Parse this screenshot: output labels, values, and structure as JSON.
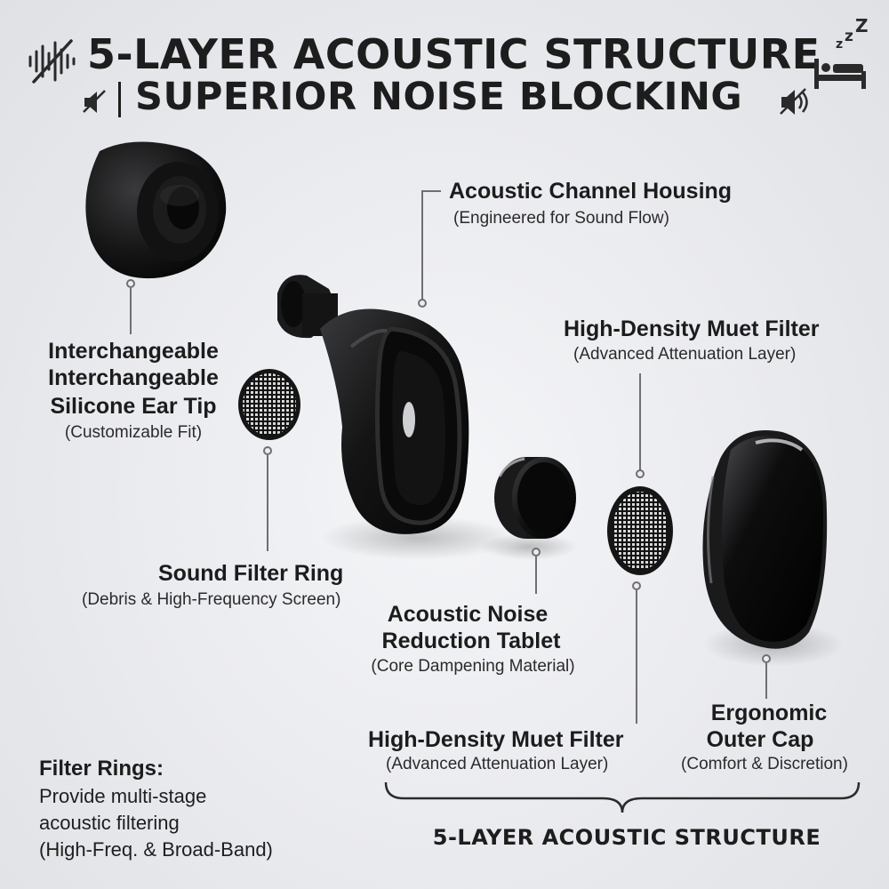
{
  "header": {
    "title_line1": "5-LAYER ACOUSTIC STRUCTURE",
    "title_line2": "SUPERIOR NOISE BLOCKING",
    "icon_left_top": "sound-wave-muted-icon",
    "icon_left_bottom": "speaker-muted-icon",
    "icon_right_top": "sleeping-bed-icon",
    "icon_right_bottom": "speaker-muted-icon"
  },
  "labels": {
    "housing": {
      "title": "Acoustic Channel Housing",
      "sub": "(Engineered for Sound Flow)"
    },
    "ear_tip": {
      "line1": "Interchangeable",
      "line2": "Interchangeable",
      "line3": "Silicone Ear Tip",
      "sub": "(Customizable Fit)"
    },
    "filter_top": {
      "title": "High-Density Muet Filter",
      "sub": "(Advanced Attenuation Layer)"
    },
    "sound_ring": {
      "title": "Sound Filter Ring",
      "sub": "(Debris & High-Frequency Screen)"
    },
    "tablet": {
      "line1": "Acoustic Noise",
      "line2": "Reduction Tablet",
      "sub": "(Core Dampening Material)"
    },
    "filter_bottom": {
      "title": "High-Density Muet Filter",
      "sub": "(Advanced Attenuation Layer)"
    },
    "outer_cap": {
      "line1": "Ergonomic",
      "line2": "Outer Cap",
      "sub": "(Comfort & Discretion)"
    }
  },
  "filter_rings": {
    "heading": "Filter Rings:",
    "line1": "Provide multi-stage",
    "line2": "acoustic filtering",
    "line3": "(High-Freq. & Broad-Band)"
  },
  "footer": {
    "brace_label": "5-LAYER ACOUSTIC STRUCTURE"
  }
}
